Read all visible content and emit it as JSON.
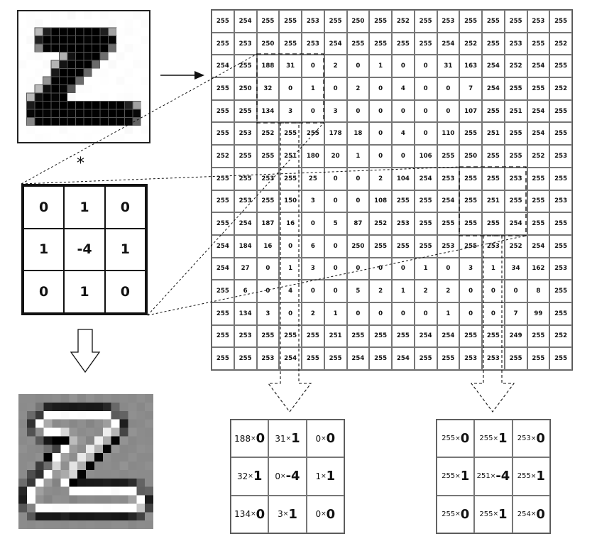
{
  "kernel": [
    [
      0,
      1,
      0
    ],
    [
      1,
      -4,
      1
    ],
    [
      0,
      1,
      0
    ]
  ],
  "kernel_display": [
    "0",
    "1",
    "0",
    "1",
    "-4",
    "1",
    "0",
    "1",
    "0"
  ],
  "convolution_symbol": "*",
  "input_matrix": [
    [
      255,
      254,
      255,
      255,
      253,
      255,
      250,
      255,
      252,
      255,
      253,
      255,
      255,
      255,
      253,
      255
    ],
    [
      255,
      253,
      250,
      255,
      253,
      254,
      255,
      255,
      255,
      255,
      254,
      252,
      255,
      253,
      255,
      252
    ],
    [
      254,
      255,
      188,
      31,
      0,
      2,
      0,
      1,
      0,
      0,
      31,
      163,
      254,
      252,
      254,
      255
    ],
    [
      255,
      250,
      32,
      0,
      1,
      0,
      2,
      0,
      4,
      0,
      0,
      7,
      254,
      255,
      255,
      252
    ],
    [
      255,
      255,
      134,
      3,
      0,
      3,
      0,
      0,
      0,
      0,
      0,
      107,
      255,
      251,
      254,
      255
    ],
    [
      255,
      253,
      252,
      255,
      255,
      178,
      18,
      0,
      4,
      0,
      110,
      255,
      251,
      255,
      254,
      255
    ],
    [
      252,
      255,
      255,
      251,
      180,
      20,
      1,
      0,
      0,
      106,
      255,
      250,
      255,
      255,
      252,
      253
    ],
    [
      255,
      255,
      253,
      255,
      25,
      0,
      0,
      2,
      104,
      254,
      253,
      255,
      255,
      253,
      255,
      255
    ],
    [
      255,
      253,
      255,
      150,
      3,
      0,
      0,
      108,
      255,
      255,
      254,
      255,
      251,
      255,
      255,
      253
    ],
    [
      255,
      254,
      187,
      16,
      0,
      5,
      87,
      252,
      253,
      255,
      255,
      255,
      255,
      254,
      255,
      255
    ],
    [
      254,
      184,
      16,
      0,
      6,
      0,
      250,
      255,
      255,
      255,
      253,
      255,
      253,
      252,
      254,
      255
    ],
    [
      254,
      27,
      0,
      1,
      3,
      0,
      0,
      0,
      0,
      1,
      0,
      3,
      1,
      34,
      162,
      253
    ],
    [
      255,
      6,
      0,
      4,
      0,
      0,
      5,
      2,
      1,
      2,
      2,
      0,
      0,
      0,
      8,
      255
    ],
    [
      255,
      134,
      3,
      0,
      2,
      1,
      0,
      0,
      0,
      0,
      1,
      0,
      0,
      7,
      99,
      255
    ],
    [
      255,
      253,
      255,
      255,
      255,
      251,
      255,
      255,
      255,
      254,
      254,
      255,
      255,
      249,
      255,
      252
    ],
    [
      255,
      255,
      253,
      254,
      255,
      255,
      254,
      255,
      254,
      255,
      255,
      253,
      253,
      255,
      255,
      255
    ]
  ],
  "products_left": [
    {
      "v": "188",
      "w": "0"
    },
    {
      "v": "31",
      "w": "1"
    },
    {
      "v": "0",
      "w": "0"
    },
    {
      "v": "32",
      "w": "1"
    },
    {
      "v": "0",
      "w": "-4"
    },
    {
      "v": "1",
      "w": "1"
    },
    {
      "v": "134",
      "w": "0"
    },
    {
      "v": "3",
      "w": "1"
    },
    {
      "v": "0",
      "w": "0"
    }
  ],
  "products_right": [
    {
      "v": "255",
      "w": "0"
    },
    {
      "v": "255",
      "w": "1"
    },
    {
      "v": "253",
      "w": "0"
    },
    {
      "v": "255",
      "w": "1"
    },
    {
      "v": "251",
      "w": "-4"
    },
    {
      "v": "255",
      "w": "1"
    },
    {
      "v": "255",
      "w": "0"
    },
    {
      "v": "255",
      "w": "1"
    },
    {
      "v": "254",
      "w": "0"
    }
  ],
  "times_symbol": "×"
}
